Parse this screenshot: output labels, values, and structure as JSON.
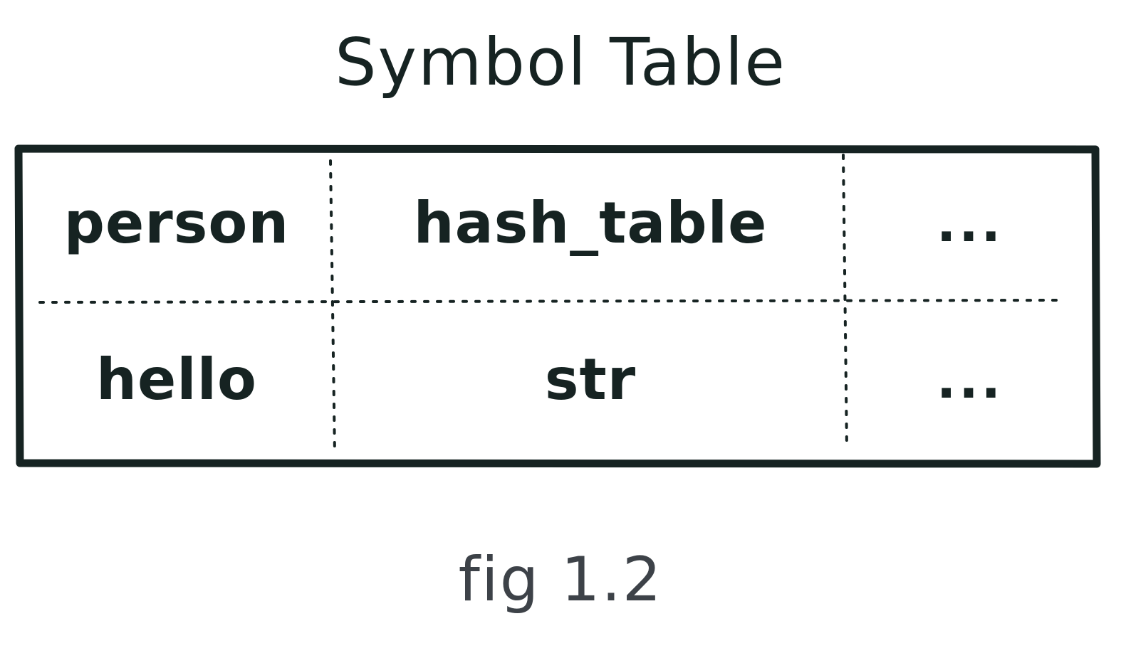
{
  "title": "Symbol Table",
  "table": {
    "rows": [
      [
        "person",
        "hash_table",
        "..."
      ],
      [
        "hello",
        "str",
        "..."
      ]
    ]
  },
  "caption": "fig 1.2",
  "colors": {
    "ink": "#162322",
    "caption_ink": "#3d4248",
    "background": "#ffffff"
  }
}
